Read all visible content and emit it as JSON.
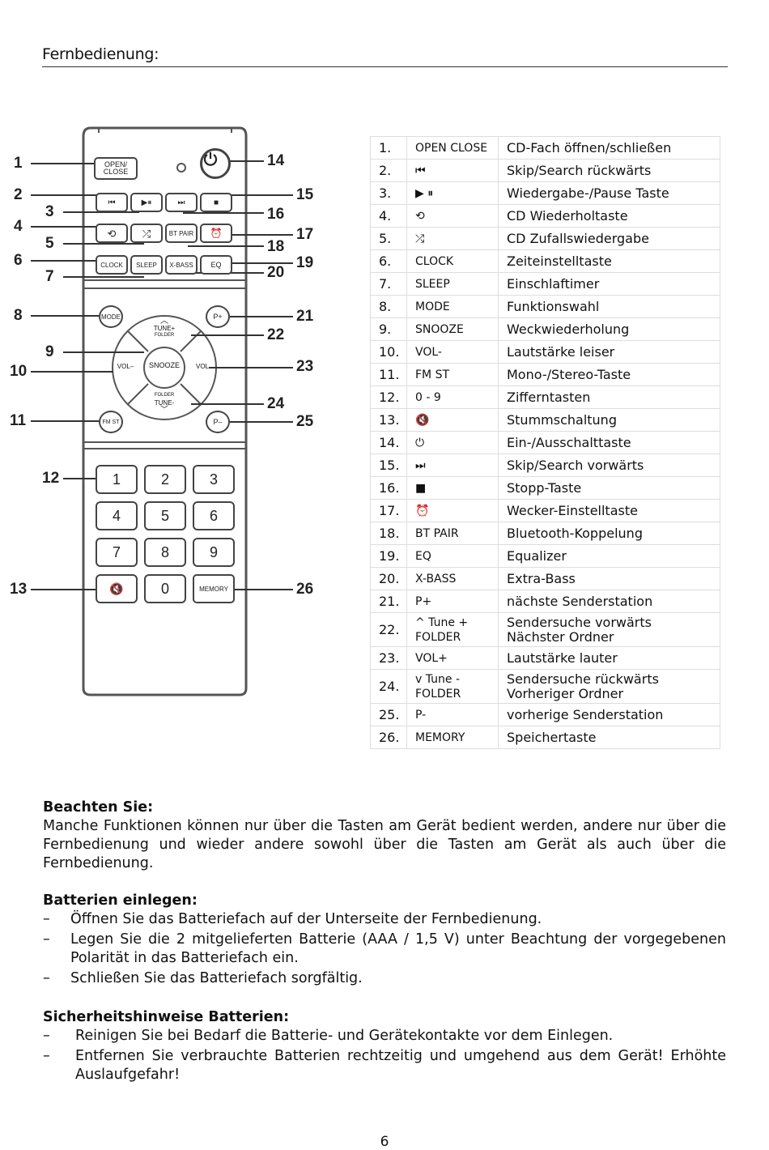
{
  "heading": "Fernbedienung:",
  "remote": {
    "callouts": [
      "1",
      "2",
      "3",
      "4",
      "5",
      "6",
      "7",
      "8",
      "9",
      "10",
      "11",
      "12",
      "13",
      "14",
      "15",
      "16",
      "17",
      "18",
      "19",
      "20",
      "21",
      "22",
      "23",
      "24",
      "25",
      "26"
    ],
    "buttons": {
      "open_close": "OPEN/ CLOSE",
      "bt_pair": "BT PAIR",
      "clock": "CLOCK",
      "sleep": "SLEEP",
      "xbass": "X-BASS",
      "eq": "EQ",
      "mode": "MODE",
      "p_plus": "P+",
      "p_minus": "P–",
      "fm_st": "FM ST",
      "tune_plus": "TUNE+",
      "folder_up": "FOLDER",
      "tune_minus": "TUNE-",
      "folder_down": "FOLDER",
      "snooze": "SNOOZE",
      "vol_minus": "VOL–",
      "vol_plus": "VOL",
      "memory": "MEMORY",
      "digits": [
        "1",
        "2",
        "3",
        "4",
        "5",
        "6",
        "7",
        "8",
        "9",
        "0"
      ]
    }
  },
  "keys": [
    {
      "num": "1.",
      "key": "OPEN CLOSE",
      "fn": "CD-Fach öffnen/schließen"
    },
    {
      "num": "2.",
      "key": "⏮",
      "fn": "Skip/Search rückwärts"
    },
    {
      "num": "3.",
      "key": "▶ ⏸",
      "fn": "Wiedergabe-/Pause Taste"
    },
    {
      "num": "4.",
      "key": "⟲",
      "fn": "CD Wiederholtaste"
    },
    {
      "num": "5.",
      "key": "⤮",
      "fn": "CD Zufallswiedergabe"
    },
    {
      "num": "6.",
      "key": "CLOCK",
      "fn": "Zeiteinstelltaste"
    },
    {
      "num": "7.",
      "key": "SLEEP",
      "fn": "Einschlaftimer"
    },
    {
      "num": "8.",
      "key": "MODE",
      "fn": "Funktionswahl"
    },
    {
      "num": "9.",
      "key": "SNOOZE",
      "fn": "Weckwiederholung"
    },
    {
      "num": "10.",
      "key": "VOL-",
      "fn": "Lautstärke leiser"
    },
    {
      "num": "11.",
      "key": "FM ST",
      "fn": "Mono-/Stereo-Taste"
    },
    {
      "num": "12.",
      "key": "0 - 9",
      "fn": "Zifferntasten"
    },
    {
      "num": "13.",
      "key": "🔇",
      "fn": "Stummschaltung"
    },
    {
      "num": "14.",
      "key": "⏻",
      "fn": "Ein-/Ausschalttaste"
    },
    {
      "num": "15.",
      "key": "⏭",
      "fn": "Skip/Search vorwärts"
    },
    {
      "num": "16.",
      "key": "■",
      "fn": "Stopp-Taste"
    },
    {
      "num": "17.",
      "key": "⏰",
      "fn": "Wecker-Einstelltaste"
    },
    {
      "num": "18.",
      "key": "BT PAIR",
      "fn": "Bluetooth-Koppelung"
    },
    {
      "num": "19.",
      "key": "EQ",
      "fn": "Equalizer"
    },
    {
      "num": "20.",
      "key": "X-BASS",
      "fn": "Extra-Bass"
    },
    {
      "num": "21.",
      "key": "P+",
      "fn": "nächste Senderstation"
    },
    {
      "num": "22.",
      "key_line1": "^ Tune +",
      "key_line2": "FOLDER",
      "fn_line1": "Sendersuche vorwärts",
      "fn_line2": "Nächster Ordner"
    },
    {
      "num": "23.",
      "key": "VOL+",
      "fn": "Lautstärke lauter"
    },
    {
      "num": "24.",
      "key_line1": "v Tune -",
      "key_line2": "FOLDER",
      "fn_line1": "Sendersuche rückwärts",
      "fn_line2": "Vorheriger Ordner"
    },
    {
      "num": "25.",
      "key": "P-",
      "fn": "vorherige Senderstation"
    },
    {
      "num": "26.",
      "key": "MEMORY",
      "fn": "Speichertaste"
    }
  ],
  "note": {
    "title": "Beachten Sie:",
    "text": "Manche Funktionen können nur über die Tasten am Gerät bedient werden, andere nur über die Fernbedienung und wieder andere sowohl über die Tasten am Gerät als auch über die Fernbedienung."
  },
  "batteries": {
    "title": "Batterien einlegen:",
    "items": [
      "Öffnen Sie das Batteriefach auf der Unterseite der Fernbedienung.",
      "Legen Sie die 2 mitgelieferten Batterie (AAA / 1,5 V) unter Beachtung der vorgegebenen Polarität in das Batteriefach ein.",
      "Schließen Sie das Batteriefach sorgfältig."
    ]
  },
  "safety": {
    "title": "Sicherheitshinweise Batterien:",
    "items": [
      "Reinigen Sie bei Bedarf die Batterie- und Gerätekontakte vor dem Einlegen.",
      "Entfernen Sie verbrauchte Batterien rechtzeitig und umgehend aus dem Gerät! Erhöhte Auslaufgefahr!"
    ]
  },
  "dash": "–",
  "page_number": "6"
}
